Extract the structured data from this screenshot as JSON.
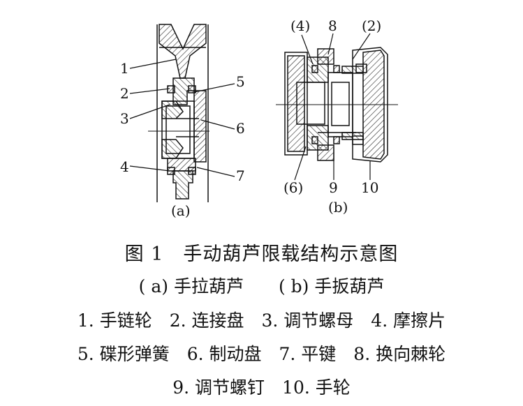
{
  "figure": {
    "panel_a_label": "(a)",
    "panel_b_label": "(b)",
    "callouts_a": [
      "1",
      "2",
      "3",
      "4",
      "5",
      "6",
      "7"
    ],
    "callouts_b": [
      "(4)",
      "8",
      "(2)",
      "(6)",
      "9",
      "10"
    ]
  },
  "caption": {
    "title": "图 1　手动葫芦限载结构示意图",
    "subtitle": "( a) 手拉葫芦　　( b) 手扳葫芦",
    "legend_lines": [
      "1. 手链轮　2. 连接盘　3. 调节螺母　4. 摩擦片",
      "5. 碟形弹簧　6. 制动盘　7. 平键　8. 换向棘轮",
      "9. 调节螺钉　10. 手轮"
    ]
  }
}
